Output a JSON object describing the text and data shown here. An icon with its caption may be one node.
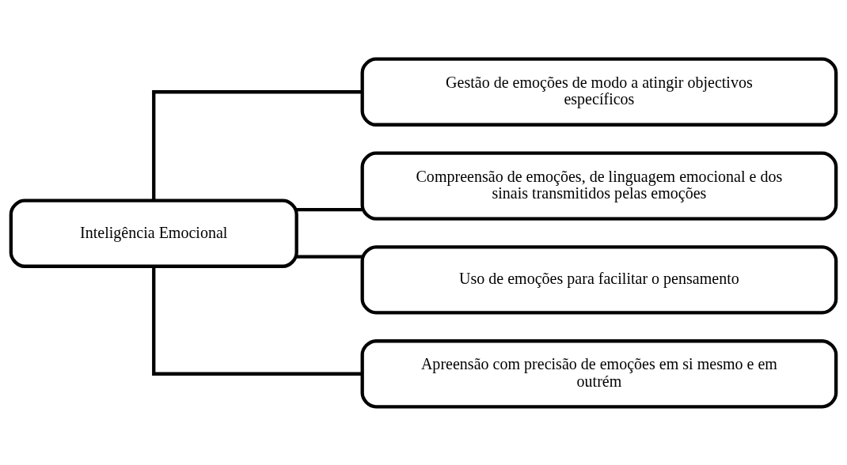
{
  "diagram": {
    "nodes": [
      {
        "text": [
          "Inteligência Emocional"
        ]
      },
      {
        "text": [
          "Gestão de emoções de modo a atingir objectivos específicos"
        ]
      },
      {
        "text": [
          "Compreensão de emoções, de linguagem emocional e dos sinais transmitidos pelas emoções"
        ]
      },
      {
        "text": [
          "Uso de emoções para facilitar o pensamento"
        ]
      },
      {
        "text": [
          "Apreensão com precisão de emoções em si mesmo e em outrém"
        ]
      }
    ],
    "edges": [
      {
        "from": 0,
        "to": 1,
        "arrow": "none"
      },
      {
        "from": 0,
        "to": 2,
        "arrow": "none"
      },
      {
        "from": 0,
        "to": 3,
        "arrow": "none"
      },
      {
        "from": 0,
        "to": 4,
        "arrow": "none"
      }
    ]
  }
}
